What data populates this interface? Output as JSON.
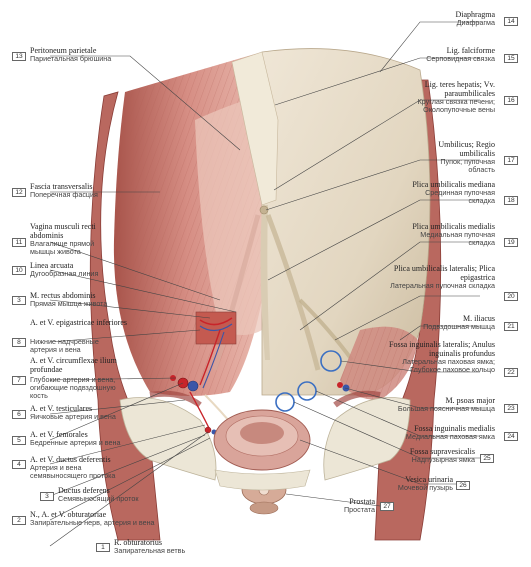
{
  "labels": {
    "n1": {
      "num": "1",
      "la": "R. obturatorius",
      "ru": "Запирательная ветвь"
    },
    "n2": {
      "num": "2",
      "la": "N., A. et V. obturatoriae",
      "ru": "Запирательные нерв, артерия и вена"
    },
    "n3": {
      "num": "3",
      "la": "Ductus deferens",
      "ru": "Семявыносящий проток"
    },
    "n3b": {
      "num": "3",
      "la": "M. rectus abdominis",
      "ru": "Прямая мышца живота"
    },
    "n4": {
      "num": "4",
      "la": "A. et V. ductus deferentis",
      "ru": "Артерия и вена семявыносящего протока"
    },
    "n5": {
      "num": "5",
      "la": "A. et V. femorales",
      "ru": "Бедренные артерия и вена"
    },
    "n6": {
      "num": "6",
      "la": "A. et V. testiculares",
      "ru": "Яичковые артерия и вена"
    },
    "n7": {
      "num": "7",
      "la": "A. et V. circumflexae ilium profundae",
      "ru": "Глубокие артерия и вена, огибающие подвздошную кость"
    },
    "n8": {
      "num": "8",
      "la": "A. et V. epigastricae inferiores",
      "ru": "Нижние надчревные артерия и вена"
    },
    "n10": {
      "num": "10",
      "la": "Linea arcuata",
      "ru": "Дугообразная линия"
    },
    "n11": {
      "num": "11",
      "la": "Vagina musculi recti abdominis",
      "ru": "Влагалище прямой мышцы живота"
    },
    "n12": {
      "num": "12",
      "la": "Fascia transversalis",
      "ru": "Поперечная фасция"
    },
    "n13": {
      "num": "13",
      "la": "Peritoneum parietale",
      "ru": "Париетальная брюшина"
    },
    "n14": {
      "num": "14",
      "la": "Diaphragma",
      "ru": "Диафрагма"
    },
    "n15": {
      "num": "15",
      "la": "Lig. falciforme",
      "ru": "Серповидная связка"
    },
    "n16": {
      "num": "16",
      "la": "Lig. teres hepatis; Vv. paraumbilicales",
      "ru": "Круглая связка печени; Околопупочные вены"
    },
    "n17": {
      "num": "17",
      "la": "Umbilicus; Regio umbilicalis",
      "ru": "Пупок; пупочная область"
    },
    "n18": {
      "num": "18",
      "la": "Plica umbilicalis mediana",
      "ru": "Срединная пупочная складка"
    },
    "n19": {
      "num": "19",
      "la": "Plica umbilicalis medialis",
      "ru": "Медиальная пупочная складка"
    },
    "n20": {
      "num": "20",
      "la": "Plica umbilicalis lateralis; Plica epigastrica",
      "ru": "Латеральная пупочная складка"
    },
    "n21": {
      "num": "21",
      "la": "M. iliacus",
      "ru": "Подвздошная мышца"
    },
    "n22": {
      "num": "22",
      "la": "Fossa inguinalis lateralis; Anulus inguinalis profundus",
      "ru": "Латеральная паховая ямка; Глубокое паховое кольцо"
    },
    "n23": {
      "num": "23",
      "la": "M. psoas major",
      "ru": "Большая поясничная мышца"
    },
    "n24": {
      "num": "24",
      "la": "Fossa inguinalis medialis",
      "ru": "Медиальная паховая ямка"
    },
    "n25": {
      "num": "25",
      "la": "Fossa supravesicalis",
      "ru": "Надпузырная ямка"
    },
    "n26": {
      "num": "26",
      "la": "Vesica urinaria",
      "ru": "Мочевой пузырь"
    },
    "n27": {
      "num": "27",
      "la": "Prostata",
      "ru": "Простата"
    }
  },
  "colors": {
    "muscle": "#c9736a",
    "muscle_dark": "#a24a44",
    "peritoneum": "#e7dcc9",
    "peritoneum_shade": "#cdbda3",
    "fascia": "#e6b8aa",
    "artery": "#c8242a",
    "vein": "#3a56a8",
    "bone": "#e9e3d2",
    "leader": "#444444",
    "marker_circle": "#3b6fc2"
  }
}
